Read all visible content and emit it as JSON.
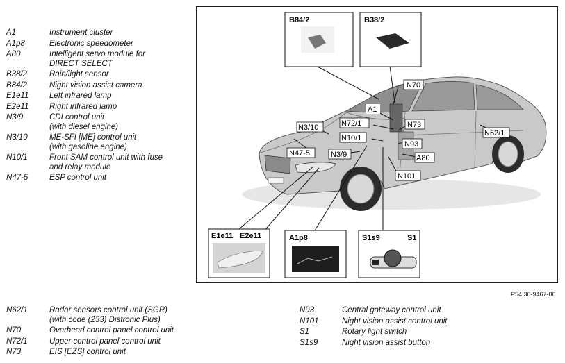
{
  "legend_left": [
    {
      "code": "A1",
      "desc": "Instrument cluster"
    },
    {
      "code": "A1p8",
      "desc": "Electronic speedometer"
    },
    {
      "code": "A80",
      "desc": "Intelligent servo module for",
      "desc2": "DIRECT SELECT"
    },
    {
      "code": "B38/2",
      "desc": "Rain/light sensor"
    },
    {
      "code": "B84/2",
      "desc": "Night vision assist camera"
    },
    {
      "code": "E1e11",
      "desc": "Left infrared lamp"
    },
    {
      "code": "E2e11",
      "desc": "Right infrared lamp"
    },
    {
      "code": "N3/9",
      "desc": "CDI control unit",
      "desc2": "(with diesel engine)"
    },
    {
      "code": "N3/10",
      "desc": "ME-SFI [ME] control unit",
      "desc2": "(with gasoline engine)"
    },
    {
      "code": "N10/1",
      "desc": "Front SAM control unit with fuse",
      "desc2": "and relay module"
    },
    {
      "code": "N47-5",
      "desc": "ESP control unit"
    }
  ],
  "legend_bottom_left": [
    {
      "code": "N62/1",
      "desc": "Radar sensors control unit (SGR)",
      "desc2": "(with code (233) Distronic Plus)"
    },
    {
      "code": "N70",
      "desc": "Overhead control panel control unit"
    },
    {
      "code": "N72/1",
      "desc": "Upper control panel control unit"
    },
    {
      "code": "N73",
      "desc": "EIS [EZS] control unit"
    }
  ],
  "legend_bottom_right": [
    {
      "code": "N93",
      "desc": "Central gateway control unit"
    },
    {
      "code": "N101",
      "desc": "Night vision assist control unit"
    },
    {
      "code": "S1",
      "desc": "Rotary light switch"
    },
    {
      "code": "S1s9",
      "desc": "Night vision assist button"
    }
  ],
  "reference": "P54.30-9467-06",
  "insets": {
    "b84": "B84/2",
    "b38": "B38/2",
    "e1": "E1e11",
    "e2": "E2e11",
    "a1p8": "A1p8",
    "s1s9": "S1s9",
    "s1": "S1"
  },
  "callouts": {
    "n70": "N70",
    "a1": "A1",
    "n72": "N72/1",
    "n73": "N73",
    "n310": "N3/10",
    "n101_10": "N10/1",
    "n93": "N93",
    "n475": "N47-5",
    "n39": "N3/9",
    "a80": "A80",
    "n101": "N101",
    "n621": "N62/1"
  },
  "colors": {
    "car_body": "#c9c9c9",
    "line": "#111111",
    "label_bg": "#ffffff"
  }
}
